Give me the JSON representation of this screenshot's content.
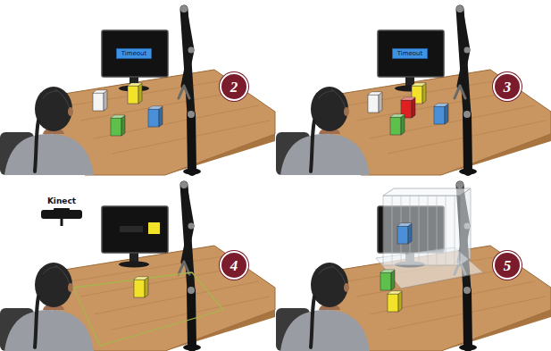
{
  "diagram": {
    "nodes": [
      {
        "text": [
          "Timeout"
        ]
      },
      {
        "text": [
          "2"
        ]
      },
      {
        "text": [
          "Timeout"
        ]
      },
      {
        "text": [
          "3"
        ]
      },
      {
        "text": [
          "4"
        ]
      },
      {
        "text": [
          "5"
        ]
      }
    ],
    "edges": [],
    "labels": [
      "Kinect"
    ]
  }
}
